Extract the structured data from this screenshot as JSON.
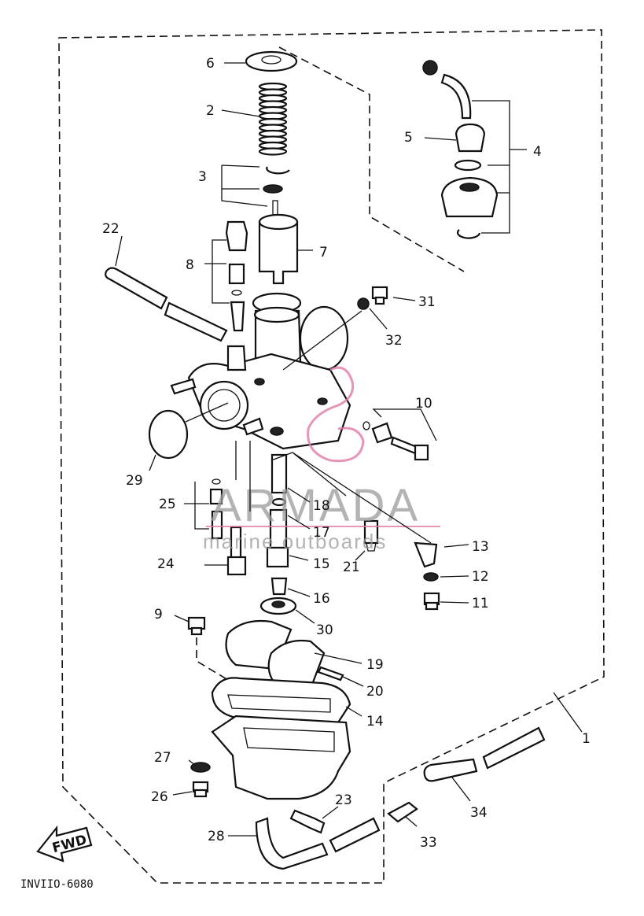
{
  "labels": {
    "l1": "1",
    "l2": "2",
    "l3": "3",
    "l4": "4",
    "l5": "5",
    "l6": "6",
    "l7": "7",
    "l8": "8",
    "l9": "9",
    "l10": "10",
    "l11": "11",
    "l12": "12",
    "l13": "13",
    "l14": "14",
    "l15": "15",
    "l16": "16",
    "l17": "17",
    "l18": "18",
    "l19": "19",
    "l20": "20",
    "l21": "21",
    "l22": "22",
    "l23": "23",
    "l24": "24",
    "l25": "25",
    "l26": "26",
    "l27": "27",
    "l28": "28",
    "l29": "29",
    "l30": "30",
    "l31": "31",
    "l32": "32",
    "l33": "33",
    "l34": "34"
  },
  "fwd_badge": "FWD",
  "diagram_code": "INVIIO-6080",
  "watermark": {
    "title": "ARMADA",
    "subtitle": "marine outboards",
    "accent_color": "#e07aa8"
  },
  "colors": {
    "line": "#111111",
    "background": "#ffffff"
  }
}
